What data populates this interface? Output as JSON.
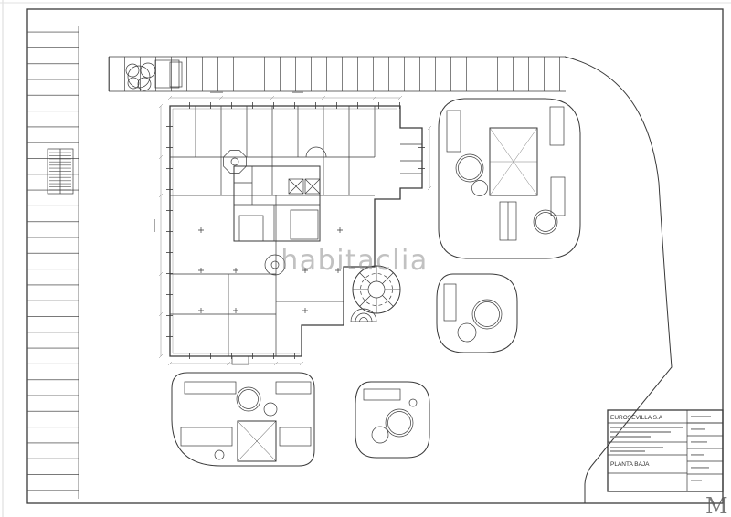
{
  "colors": {
    "ink": "#3a3a3a",
    "paper": "#ffffff",
    "watermark_gray": "#8f8f8f"
  },
  "watermark": {
    "text": "habitaclia"
  },
  "title_block": {
    "company": "EUROSEVILLA S.A",
    "drawing_title": "PLANTA BAJA"
  },
  "corner_mark": {
    "text": "M"
  }
}
